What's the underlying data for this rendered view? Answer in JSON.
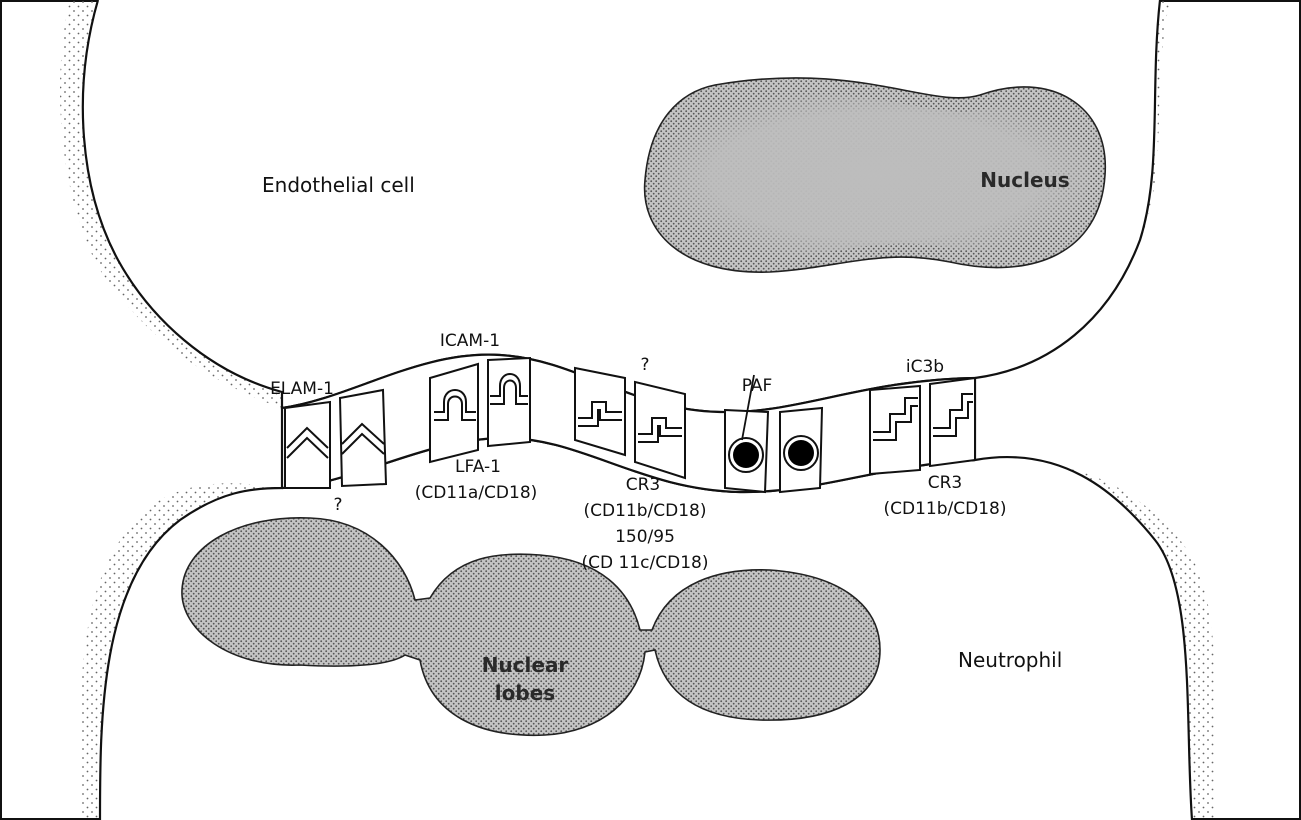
{
  "labels": {
    "endothelial_cell": "Endothelial cell",
    "neutrophil": "Neutrophil",
    "nucleus": "Nucleus",
    "nuclear_lobes_line1": "Nuclear",
    "nuclear_lobes_line2": "lobes"
  },
  "molecules": {
    "elam1": "ELAM-1",
    "elam1_ligand": "?",
    "icam1": "ICAM-1",
    "lfa1": "LFA-1",
    "lfa1_sub": "(CD11a/CD18)",
    "unknown_ligand": "?",
    "cr3": "CR3",
    "cr3_sub": "(CD11b/CD18)",
    "p150_95": "150/95",
    "p150_95_sub": "(CD 11c/CD18)",
    "paf": "PAF",
    "ic3b": "iC3b",
    "cr3_b": "CR3",
    "cr3_b_sub": "(CD11b/CD18)"
  },
  "colors": {
    "outline": "#111111",
    "nucleus_fill": "#bdbdbd",
    "stipple": "#666666",
    "paf_dot": "#000000"
  }
}
